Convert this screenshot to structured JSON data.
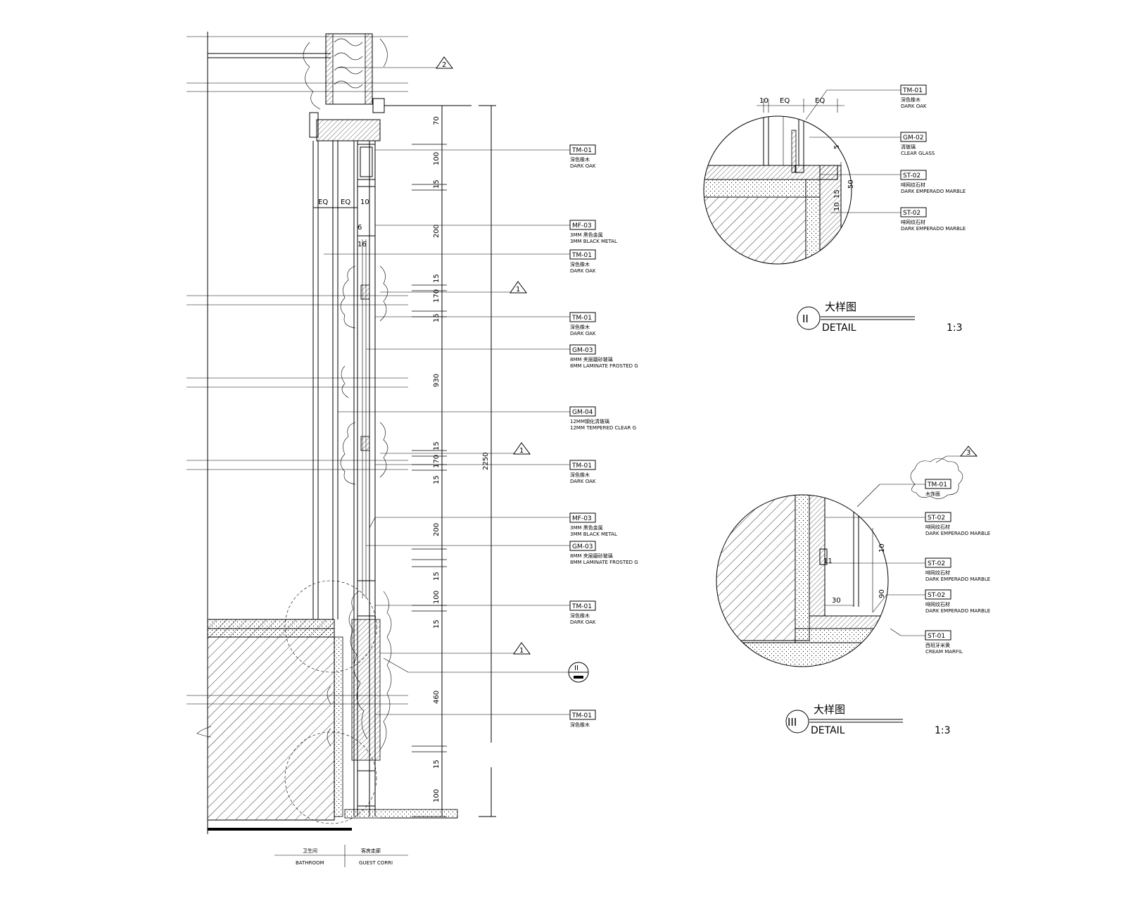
{
  "colors": {
    "line": "#000000",
    "background": "#ffffff"
  },
  "elevation": {
    "dimensions": [
      "70",
      "100",
      "15",
      "200",
      "15",
      "170",
      "15",
      "930",
      "15",
      "170",
      "15",
      "200",
      "15",
      "100",
      "15",
      "460",
      "15",
      "100"
    ],
    "total": "2250",
    "eq_left": "EQ",
    "eq_right": "EQ",
    "small_dims": [
      "10",
      "6",
      "16"
    ],
    "callouts": [
      {
        "code": "TM-01",
        "cn": "深色橡木",
        "en": "DARK OAK"
      },
      {
        "code": "MF-03",
        "cn": "3MM 黑色金属",
        "en": "3MM BLACK METAL"
      },
      {
        "code": "TM-01",
        "cn": "深色橡木",
        "en": "DARK OAK"
      },
      {
        "code": "TM-01",
        "cn": "深色橡木",
        "en": "DARK OAK"
      },
      {
        "code": "GM-03",
        "cn": "8MM 夹层磨砂玻璃",
        "en": "8MM LAMINATE FROSTED G"
      },
      {
        "code": "GM-04",
        "cn": "12MM钢化清玻璃",
        "en": "12MM TEMPERED CLEAR G"
      },
      {
        "code": "TM-01",
        "cn": "深色橡木",
        "en": "DARK OAK"
      },
      {
        "code": "MF-03",
        "cn": "3MM 黑色金属",
        "en": "3MM BLACK METAL"
      },
      {
        "code": "GM-03",
        "cn": "8MM 夹层磨砂玻璃",
        "en": "8MM LAMINATE FROSTED G"
      },
      {
        "code": "TM-01",
        "cn": "深色橡木",
        "en": "DARK OAK"
      },
      {
        "code": "TM-01",
        "cn": "深色橡木",
        "en": ""
      }
    ],
    "revision_tags": [
      "2",
      "1",
      "1",
      "1"
    ],
    "section_mark": "II",
    "room_left_cn": "卫生间",
    "room_left_en": "BATHROOM",
    "room_right_cn": "客房走廊",
    "room_right_en": "GUEST CORRI"
  },
  "detail2": {
    "dims_top": [
      "10",
      "EQ",
      "EQ"
    ],
    "dims_side": [
      "5",
      "50",
      "15",
      "10"
    ],
    "callouts": [
      {
        "code": "TM-01",
        "cn": "深色橡木",
        "en": "DARK OAK"
      },
      {
        "code": "GM-02",
        "cn": "清玻璃",
        "en": "CLEAR GLASS"
      },
      {
        "code": "ST-02",
        "cn": "啡网纹石材",
        "en": "DARK EMPERADO MARBLE"
      },
      {
        "code": "ST-02",
        "cn": "啡网纹石材",
        "en": "DARK EMPERADO MARBLE"
      }
    ],
    "mark": "II",
    "title_cn": "大样图",
    "title_en": "DETAIL",
    "scale": "1:3"
  },
  "detail3": {
    "revision_tag": "3",
    "dims": [
      "10",
      "11",
      "90",
      "30"
    ],
    "callouts": [
      {
        "code": "TM-01",
        "cn": "木饰面",
        "en": ""
      },
      {
        "code": "ST-02",
        "cn": "啡网纹石材",
        "en": "DARK EMPERADO MARBLE"
      },
      {
        "code": "ST-02",
        "cn": "啡网纹石材",
        "en": "DARK EMPERADO MARBLE"
      },
      {
        "code": "ST-02",
        "cn": "啡网纹石材",
        "en": "DARK EMPERADO MARBLE"
      },
      {
        "code": "ST-01",
        "cn": "西班牙米黄",
        "en": "CREAM MARFIL"
      }
    ],
    "mark": "III",
    "title_cn": "大样图",
    "title_en": "DETAIL",
    "scale": "1:3"
  }
}
